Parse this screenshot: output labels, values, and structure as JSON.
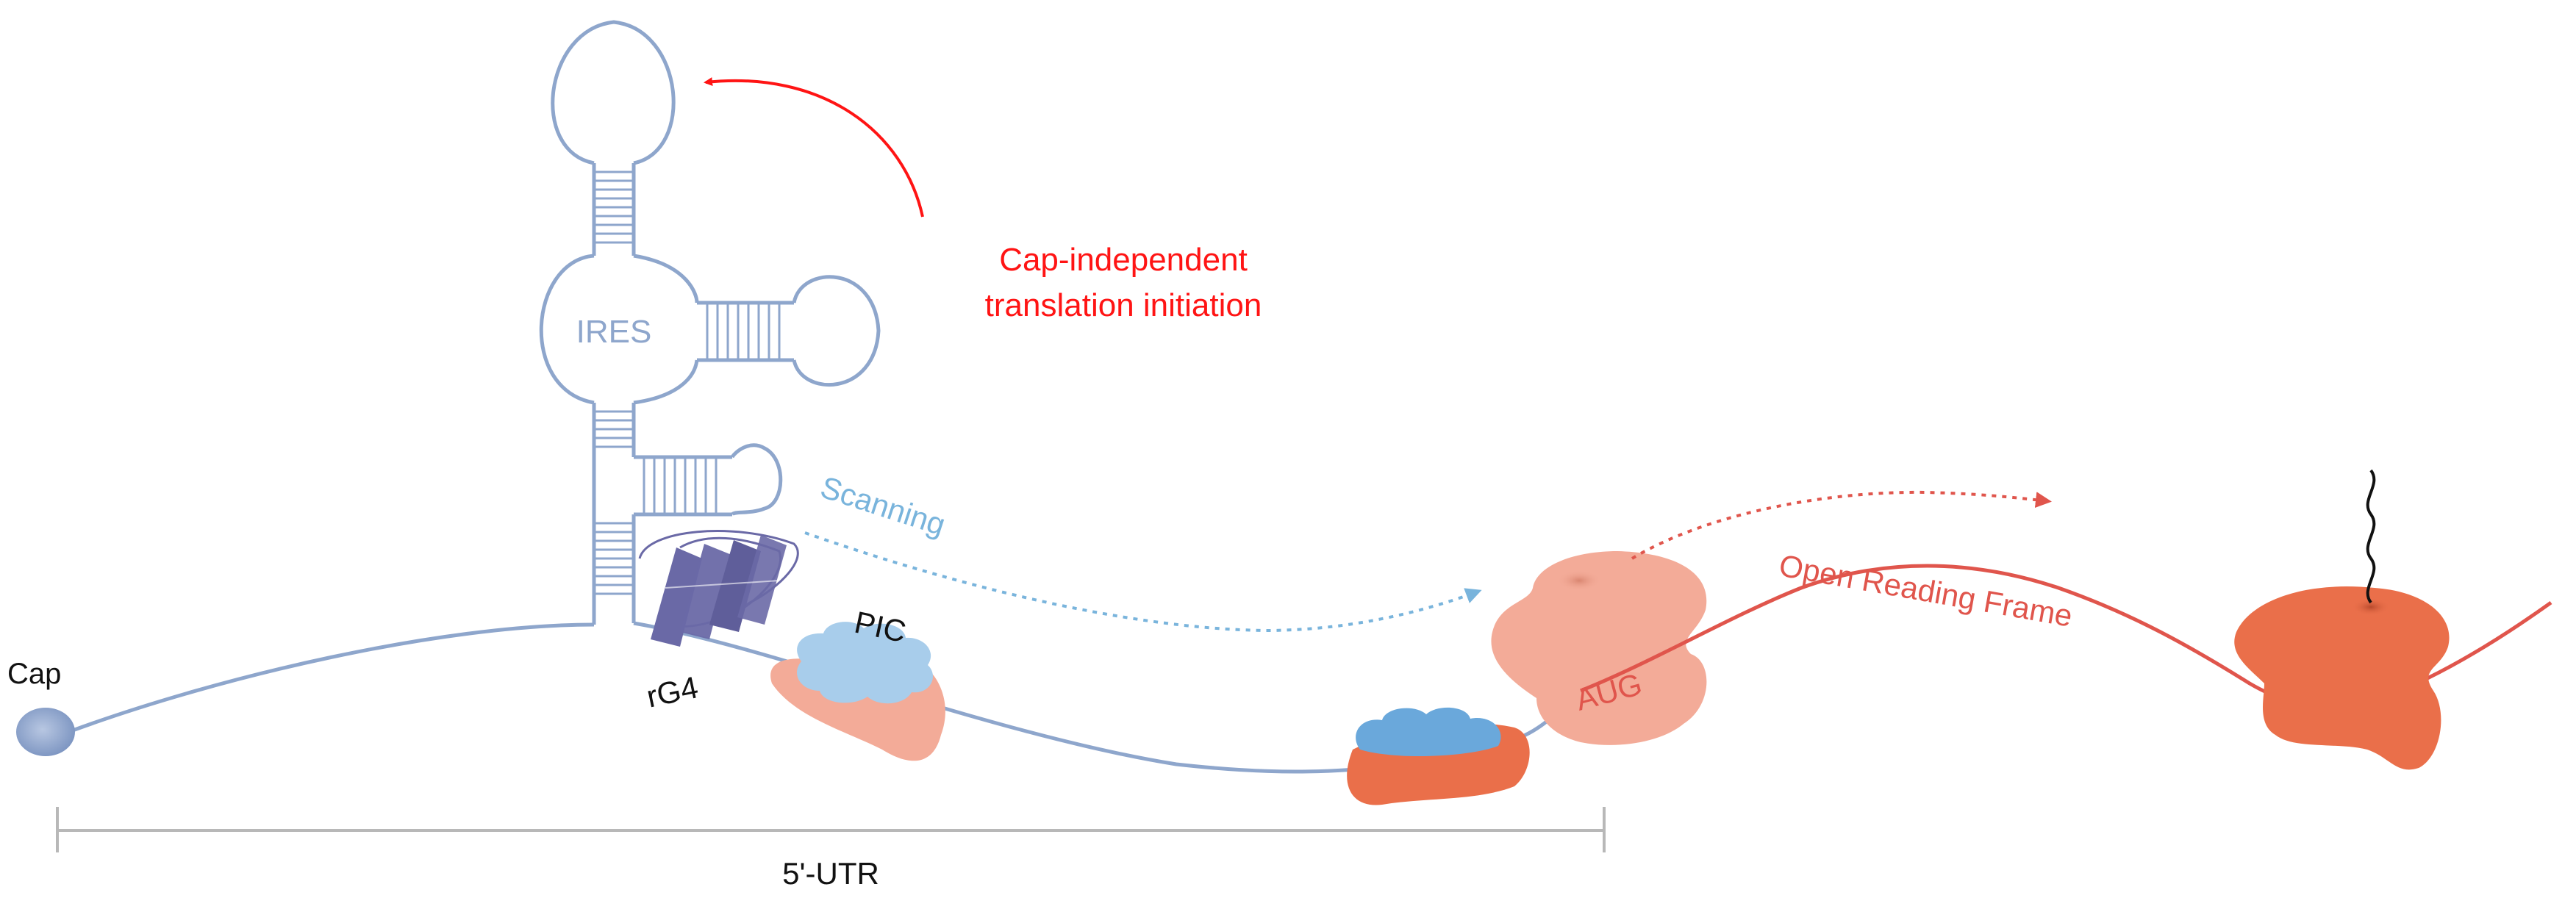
{
  "labels": {
    "cap": "Cap",
    "ires": "IRES",
    "rg4": "rG4",
    "pic": "PIC",
    "scanning": "Scanning",
    "aug": "AUG",
    "orf": "Open Reading Frame",
    "utr": "5'-UTR",
    "cap_independent_line1": "Cap-independent",
    "cap_independent_line2": "translation initiation"
  },
  "colors": {
    "rna_blue": "#8ea6cc",
    "rna_red": "#e0554c",
    "scanning_blue": "#79b4dc",
    "label_red": "#ff1414",
    "pic_blue_light": "#a8cdeb",
    "pic_blue": "#6aa8db",
    "ribo_salmon": "#f3ab98",
    "ribo_orange": "#ea6f4a",
    "rg4_purple": "#6a69a6",
    "cap_blue": "#8aa2cc",
    "bracket_gray": "#b8b8b8",
    "text_black": "#111111"
  }
}
